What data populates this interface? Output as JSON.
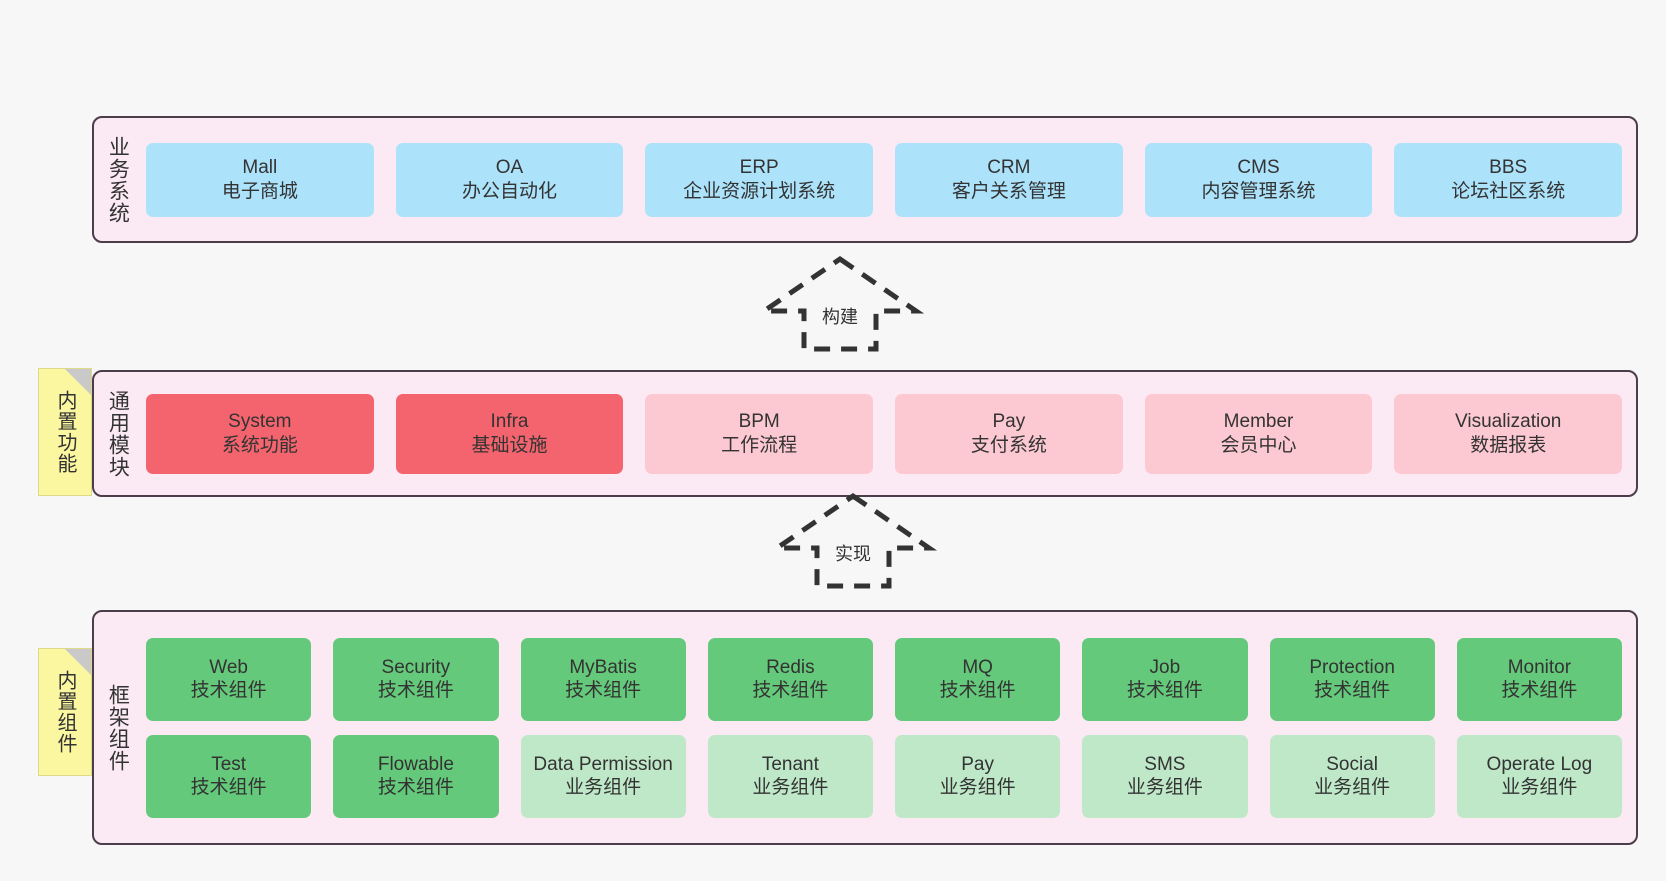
{
  "diagram": {
    "title": "",
    "colors": {
      "canvas_bg": "#f7f7f7",
      "layer_bg": "#fbeaf4",
      "layer_border": "#4b3d4a",
      "business_card": "#ace3fb",
      "module_core": "#f4646e",
      "module_optional": "#fcc9d3",
      "framework_tech": "#64c97a",
      "framework_business": "#bfe8c8",
      "sticky_note": "#fbf7a0",
      "sticky_fold": "#c9c9c9",
      "arrow_stroke": "#333333",
      "text": "#333333"
    }
  },
  "layers": {
    "business": {
      "title": "业务系统",
      "cards": [
        {
          "en": "Mall",
          "cn": "电子商城",
          "color": "c-blue"
        },
        {
          "en": "OA",
          "cn": "办公自动化",
          "color": "c-blue"
        },
        {
          "en": "ERP",
          "cn": "企业资源计划系统",
          "color": "c-blue"
        },
        {
          "en": "CRM",
          "cn": "客户关系管理",
          "color": "c-blue"
        },
        {
          "en": "CMS",
          "cn": "内容管理系统",
          "color": "c-blue"
        },
        {
          "en": "BBS",
          "cn": "论坛社区系统",
          "color": "c-blue"
        }
      ]
    },
    "modules": {
      "title": "通用模块",
      "cards": [
        {
          "en": "System",
          "cn": "系统功能",
          "color": "c-red"
        },
        {
          "en": "Infra",
          "cn": "基础设施",
          "color": "c-red"
        },
        {
          "en": "BPM",
          "cn": "工作流程",
          "color": "c-pink"
        },
        {
          "en": "Pay",
          "cn": "支付系统",
          "color": "c-pink"
        },
        {
          "en": "Member",
          "cn": "会员中心",
          "color": "c-pink"
        },
        {
          "en": "Visualization",
          "cn": "数据报表",
          "color": "c-pink"
        }
      ]
    },
    "framework": {
      "title": "框架组件",
      "row1": [
        {
          "en": "Web",
          "cn": "技术组件",
          "color": "c-green"
        },
        {
          "en": "Security",
          "cn": "技术组件",
          "color": "c-green"
        },
        {
          "en": "MyBatis",
          "cn": "技术组件",
          "color": "c-green"
        },
        {
          "en": "Redis",
          "cn": "技术组件",
          "color": "c-green"
        },
        {
          "en": "MQ",
          "cn": "技术组件",
          "color": "c-green"
        },
        {
          "en": "Job",
          "cn": "技术组件",
          "color": "c-green"
        },
        {
          "en": "Protection",
          "cn": "技术组件",
          "color": "c-green"
        },
        {
          "en": "Monitor",
          "cn": "技术组件",
          "color": "c-green"
        }
      ],
      "row2": [
        {
          "en": "Test",
          "cn": "技术组件",
          "color": "c-green"
        },
        {
          "en": "Flowable",
          "cn": "技术组件",
          "color": "c-green"
        },
        {
          "en": "Data Permission",
          "cn": "业务组件",
          "color": "c-lightgrn"
        },
        {
          "en": "Tenant",
          "cn": "业务组件",
          "color": "c-lightgrn"
        },
        {
          "en": "Pay",
          "cn": "业务组件",
          "color": "c-lightgrn"
        },
        {
          "en": "SMS",
          "cn": "业务组件",
          "color": "c-lightgrn"
        },
        {
          "en": "Social",
          "cn": "业务组件",
          "color": "c-lightgrn"
        },
        {
          "en": "Operate Log",
          "cn": "业务组件",
          "color": "c-lightgrn"
        }
      ]
    }
  },
  "stickies": [
    {
      "label": "内置功能"
    },
    {
      "label": "内置组件"
    }
  ],
  "arrows": [
    {
      "label": "构建"
    },
    {
      "label": "实现"
    }
  ]
}
